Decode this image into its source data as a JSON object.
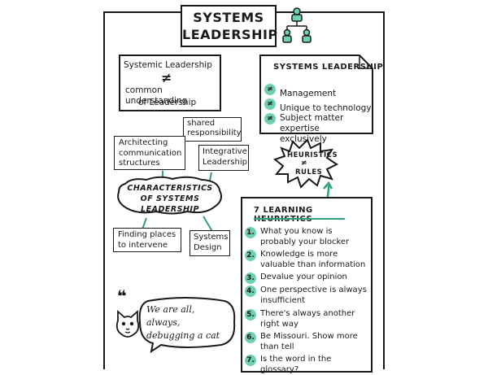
{
  "title": {
    "line1": "SYSTEMS",
    "line2": "LEADERSHIP"
  },
  "systemic_box": {
    "line1": "Systemic Leadership",
    "symbol": "≠",
    "line2": "common understanding",
    "line3": "of Leadership"
  },
  "sl_box": {
    "heading": "SYSTEMS LEADERSHIP",
    "items": [
      {
        "symbol": "≠",
        "text": "Management"
      },
      {
        "symbol": "≠",
        "text": "Unique to technology"
      },
      {
        "symbol": "≠",
        "text": "Subject matter expertise exclusively"
      }
    ]
  },
  "characteristics": {
    "center": "CHARACTERISTICS OF SYSTEMS LEADERSHIP",
    "nodes": {
      "architecting": "Architecting communication structures",
      "shared": "shared responsibility",
      "integrative": "Integrative Leadership",
      "finding": "Finding places to intervene",
      "systems_design": "Systems Design"
    }
  },
  "heuristics_burst": {
    "line1": "HEURISTICS",
    "symbol": "≠",
    "line2": "RULES"
  },
  "learning": {
    "heading": "7 LEARNING HEURISTICS",
    "items": [
      {
        "num": "1.",
        "text": "What you know is probably your blocker"
      },
      {
        "num": "2.",
        "text": "Knowledge is more valuable than information"
      },
      {
        "num": "3.",
        "text": "Devalue your opinion"
      },
      {
        "num": "4.",
        "text": "One perspective is always insufficient"
      },
      {
        "num": "5.",
        "text": "There's always another right way"
      },
      {
        "num": "6.",
        "text": "Be Missouri. Show more than tell"
      },
      {
        "num": "7.",
        "text": "Is the word in the glossary?"
      }
    ]
  },
  "quote": {
    "mark": "❝",
    "text": "We are all, always, debugging a cat"
  },
  "colors": {
    "accent": "#6fd1b4",
    "accent_dark": "#2fa080",
    "ink": "#1a1a1a"
  }
}
